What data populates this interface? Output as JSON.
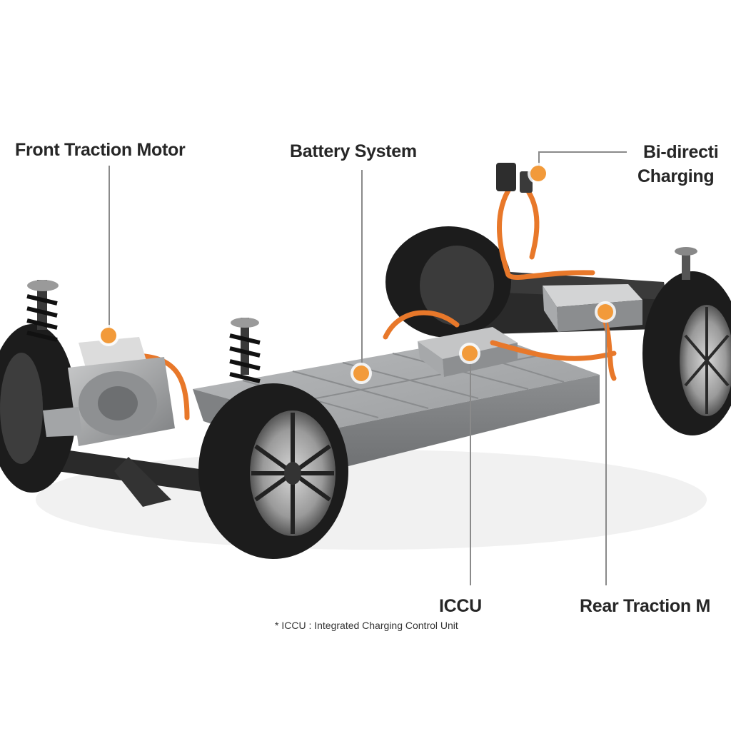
{
  "colors": {
    "accent": "#f29a3a",
    "cable": "#e8782a",
    "battery": "#8f9193",
    "tire": "#1c1c1c",
    "leader": "#8a8a8a"
  },
  "labels": {
    "front_motor": "Front Traction Motor",
    "battery": "Battery System",
    "charging_line1": "Bi-directi",
    "charging_line2": "Charging",
    "iccu": "ICCU",
    "rear_motor": "Rear Traction M"
  },
  "footnote": "* ICCU : Integrated Charging Control Unit",
  "icons": [
    "marker-dot-icon"
  ]
}
